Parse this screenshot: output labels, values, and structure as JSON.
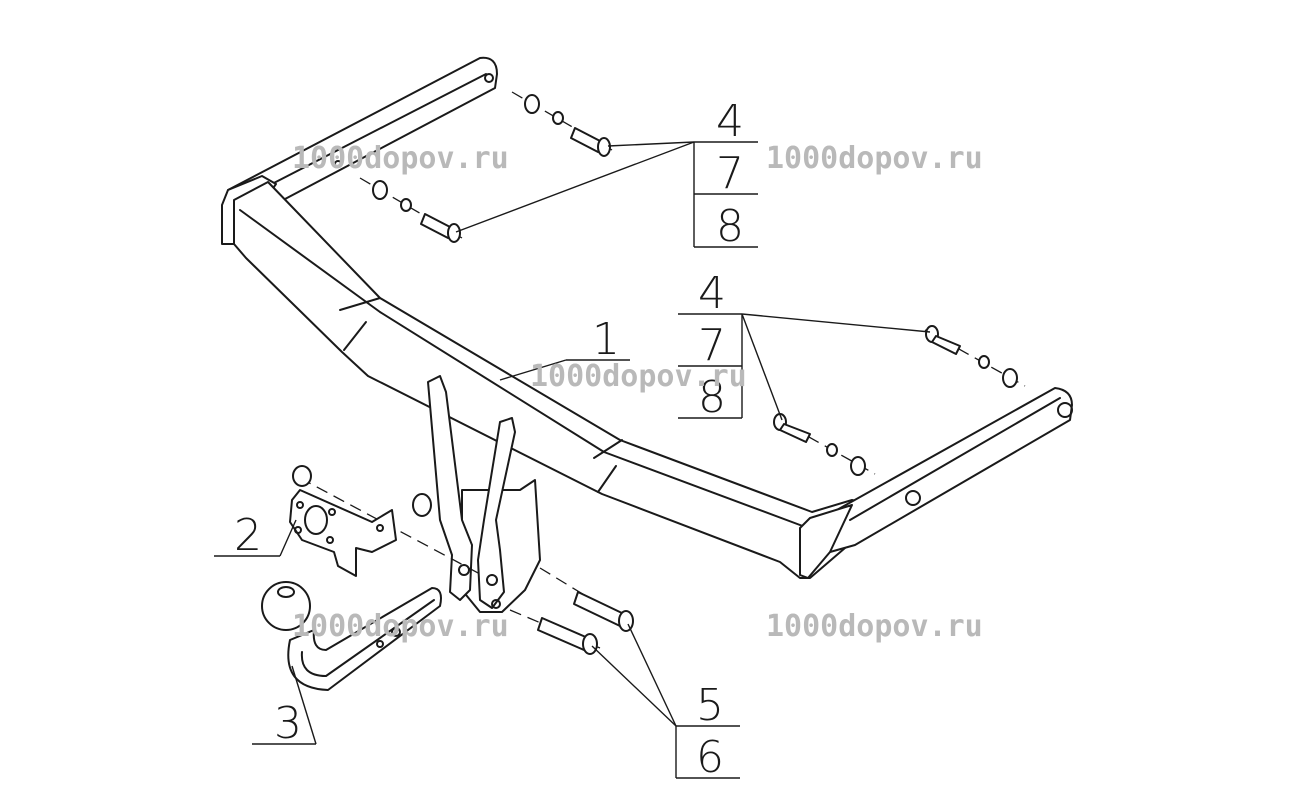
{
  "watermark": "1000dopov.ru",
  "callouts": {
    "main_bar": "1",
    "socket_plate": "2",
    "tow_ball": "3",
    "top_right_group": [
      "4",
      "7",
      "8"
    ],
    "middle_right_group": [
      "4",
      "7",
      "8"
    ],
    "bottom_group": [
      "5",
      "6"
    ]
  }
}
